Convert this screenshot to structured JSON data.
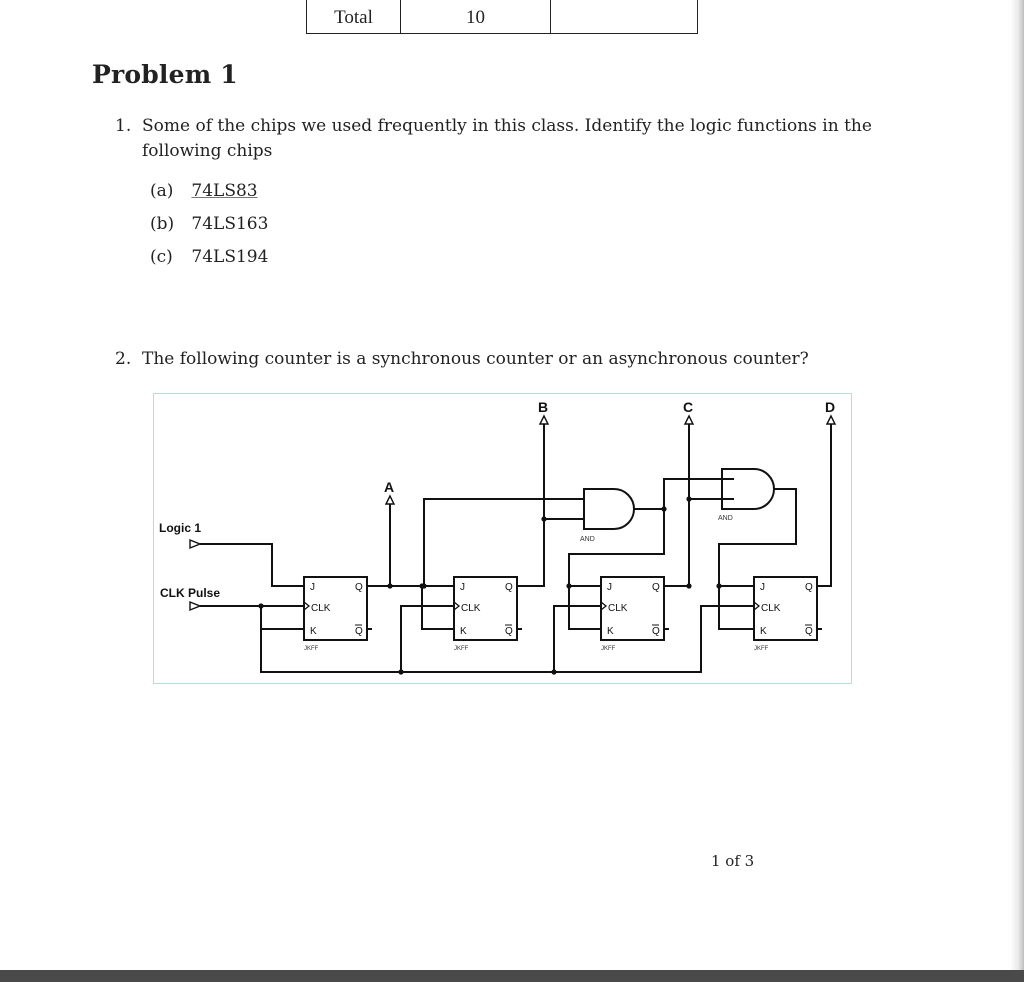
{
  "table": {
    "label": "Total",
    "value": "10",
    "empty": ""
  },
  "problem": {
    "title": "Problem 1"
  },
  "question1": {
    "number": "1.",
    "text_line1": "Some of the chips we used frequently in this class.  Identify the logic functions in the",
    "text_line2": "following chips",
    "items": [
      {
        "label": "(a)",
        "chip": "74LS83"
      },
      {
        "label": "(b)",
        "chip": "74LS163"
      },
      {
        "label": "(c)",
        "chip": "74LS194"
      }
    ]
  },
  "question2": {
    "number": "2.",
    "text": "The following counter is a synchronous counter or an asynchronous counter?"
  },
  "circuit": {
    "inputs": {
      "logic": "Logic 1",
      "clock": "CLK Pulse"
    },
    "outputs": [
      "A",
      "B",
      "C",
      "D"
    ],
    "flipflop": {
      "j": "J",
      "k": "K",
      "clk": "CLK",
      "q": "Q",
      "qbar": "Q",
      "type": "JKFF"
    },
    "gate_label": "AND"
  },
  "page": {
    "number_text": "1 of 3"
  }
}
